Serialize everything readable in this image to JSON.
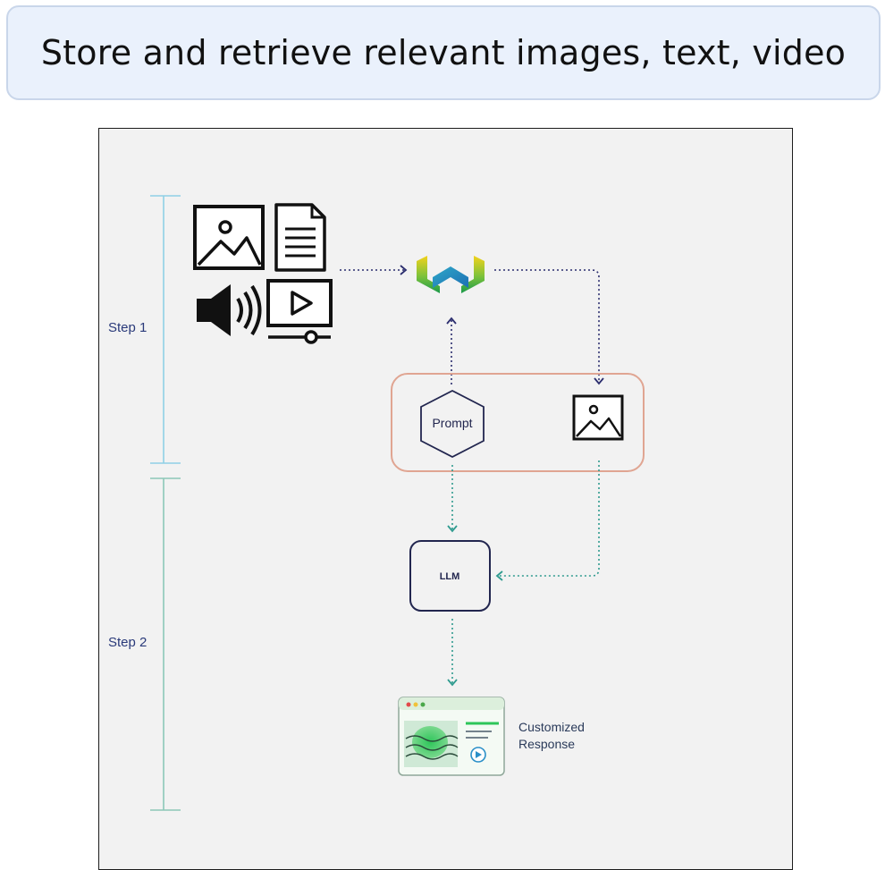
{
  "header": {
    "title": "Store and retrieve relevant images, text, video"
  },
  "diagram": {
    "steps": [
      {
        "label": "Step 1"
      },
      {
        "label": "Step 2"
      }
    ],
    "nodes": {
      "prompt": "Prompt",
      "llm": "LLM",
      "response": "Customized Response",
      "response_line1": "Customized",
      "response_line2": "Response"
    },
    "icons": [
      "image-icon",
      "document-icon",
      "speaker-icon",
      "video-player-icon",
      "weaviate-logo",
      "retrieved-image-icon",
      "prompt-hexagon",
      "browser-response-icon"
    ],
    "colors": {
      "step1_bracket": "#8fd0e6",
      "step2_bracket": "#8cc8b8",
      "step_label": "#2a3a7a",
      "retrieval_box": "#e0a592",
      "arrow_navy": "#2b2d6e",
      "arrow_teal": "#2f9b8f",
      "node_border": "#22264f"
    }
  }
}
